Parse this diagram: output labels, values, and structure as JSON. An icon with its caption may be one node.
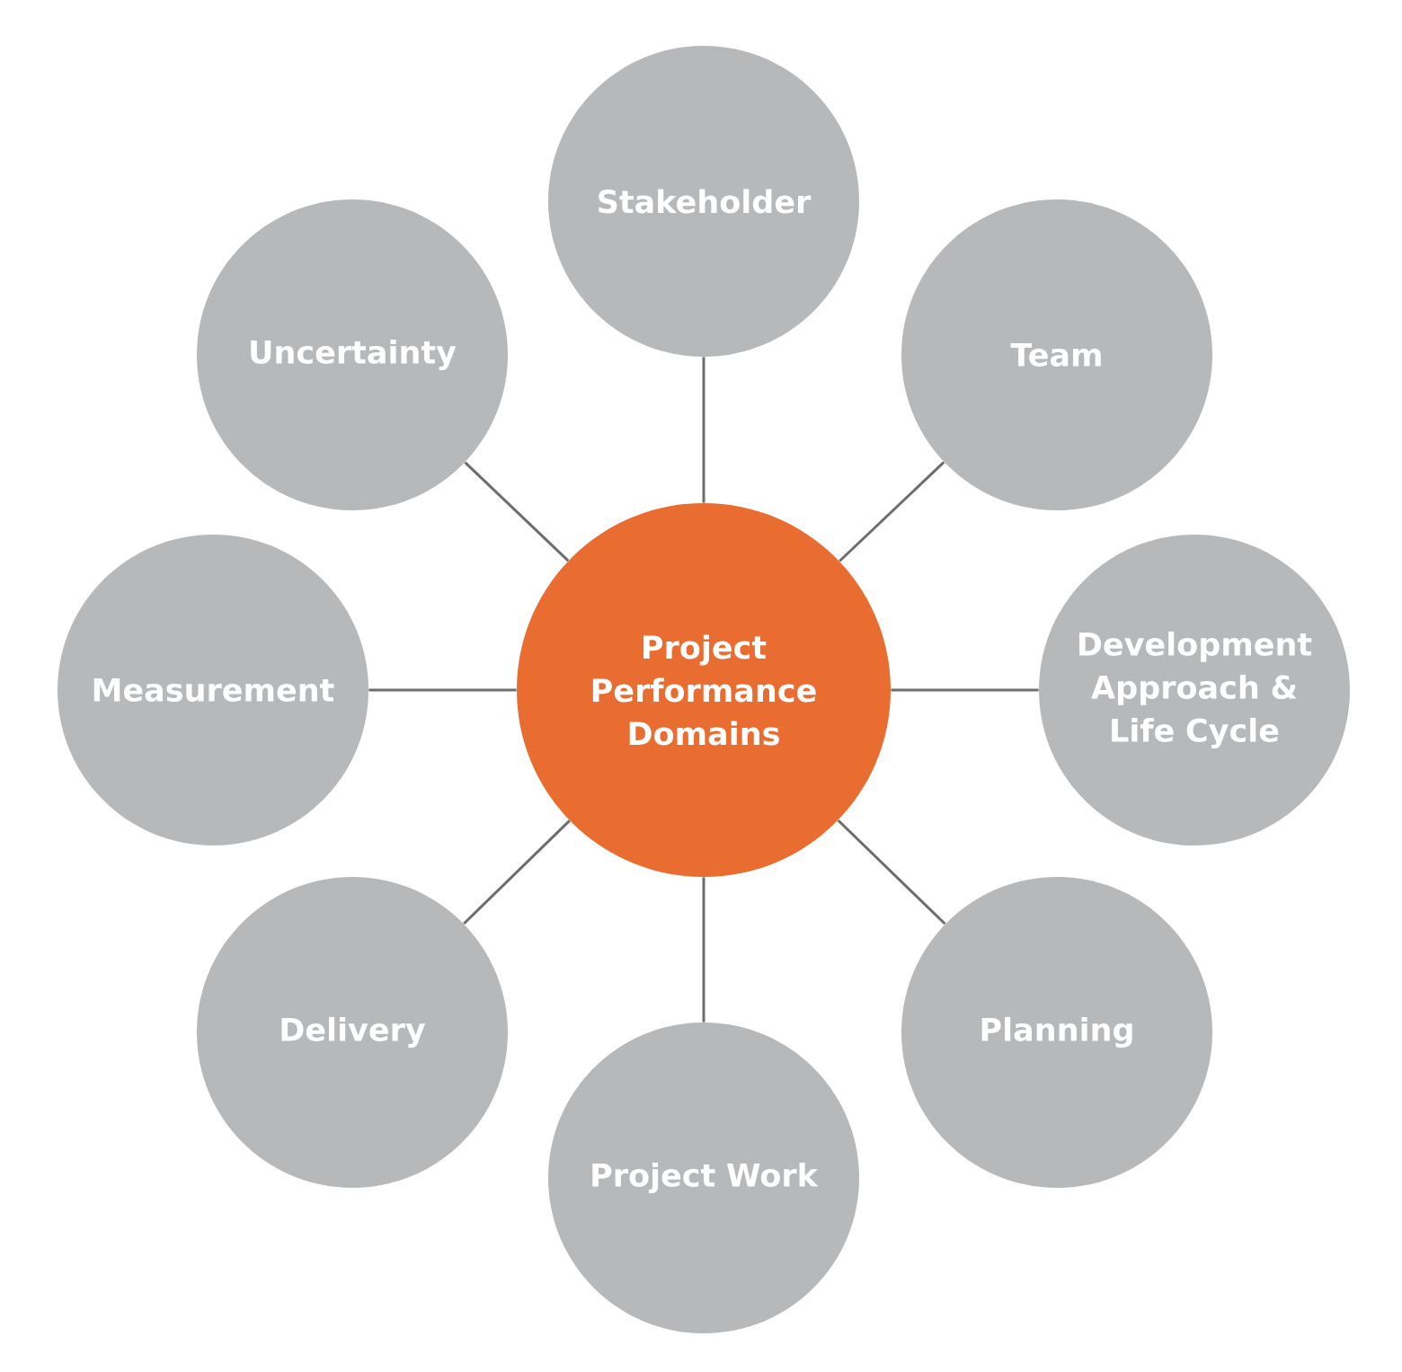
{
  "diagram": {
    "nodes": [
      {
        "text": [
          "Project Performance Domains"
        ]
      },
      {
        "text": [
          "Stakeholder"
        ]
      },
      {
        "text": [
          "Team"
        ]
      },
      {
        "text": [
          "Development Approach & Life Cycle"
        ]
      },
      {
        "text": [
          "Planning"
        ]
      },
      {
        "text": [
          "Project Work"
        ]
      },
      {
        "text": [
          "Delivery"
        ]
      },
      {
        "text": [
          "Measurement"
        ]
      },
      {
        "text": [
          "Uncertainty"
        ]
      }
    ],
    "edges": [
      {
        "from": 0,
        "to": 1,
        "arrow": "none"
      },
      {
        "from": 0,
        "to": 2,
        "arrow": "none"
      },
      {
        "from": 0,
        "to": 3,
        "arrow": "none"
      },
      {
        "from": 0,
        "to": 4,
        "arrow": "none"
      },
      {
        "from": 0,
        "to": 5,
        "arrow": "none"
      },
      {
        "from": 0,
        "to": 6,
        "arrow": "none"
      },
      {
        "from": 0,
        "to": 7,
        "arrow": "none"
      },
      {
        "from": 0,
        "to": 8,
        "arrow": "none"
      }
    ]
  }
}
